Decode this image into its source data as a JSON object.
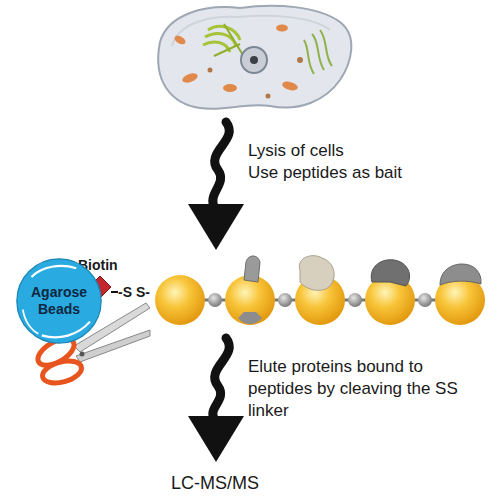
{
  "diagram": {
    "nodes": [
      {
        "text": [
          "Agarose Beads"
        ]
      }
    ],
    "labels": [
      "Lysis of cells",
      "Use peptides as bait",
      "Biotin",
      "-S S-",
      "Elute proteins bound to peptides by cleaving the SS linker",
      "LC-MS/MS"
    ]
  }
}
